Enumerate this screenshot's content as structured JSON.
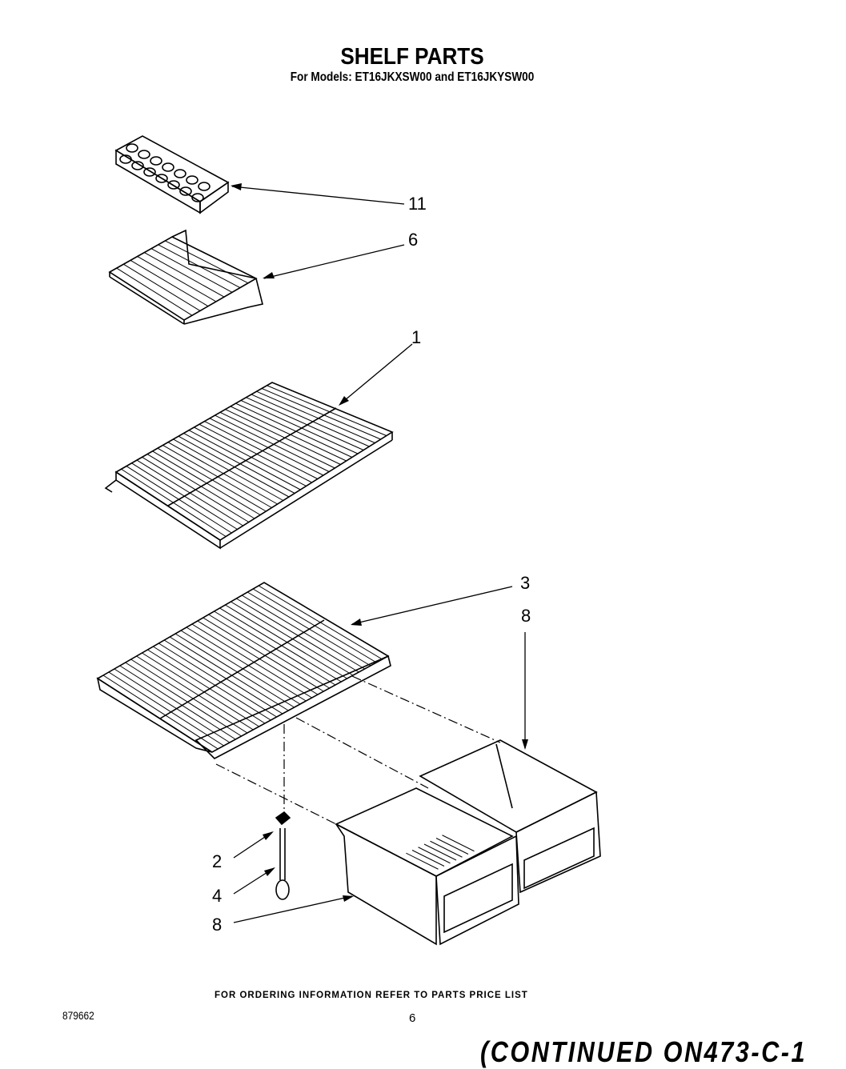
{
  "header": {
    "title": "SHELF PARTS",
    "subtitle": "For Models: ET16JKXSW00 and ET16JKYSW00"
  },
  "callouts": [
    {
      "label": "11",
      "part": "ice-cube-tray"
    },
    {
      "label": "6",
      "part": "freezer-shelf-rack"
    },
    {
      "label": "1",
      "part": "wire-shelf"
    },
    {
      "label": "3",
      "part": "crisper-cover-shelf"
    },
    {
      "label": "8",
      "part": "crisper-drawer-right"
    },
    {
      "label": "2",
      "part": "support-cap"
    },
    {
      "label": "4",
      "part": "support-rod"
    },
    {
      "label": "8",
      "part": "crisper-drawer-left"
    }
  ],
  "footer": {
    "ordering_note": "FOR ORDERING INFORMATION REFER TO PARTS PRICE LIST",
    "document_number": "879662",
    "page_number": "6",
    "continued_note": "(CONTINUED ON473-C-1"
  }
}
